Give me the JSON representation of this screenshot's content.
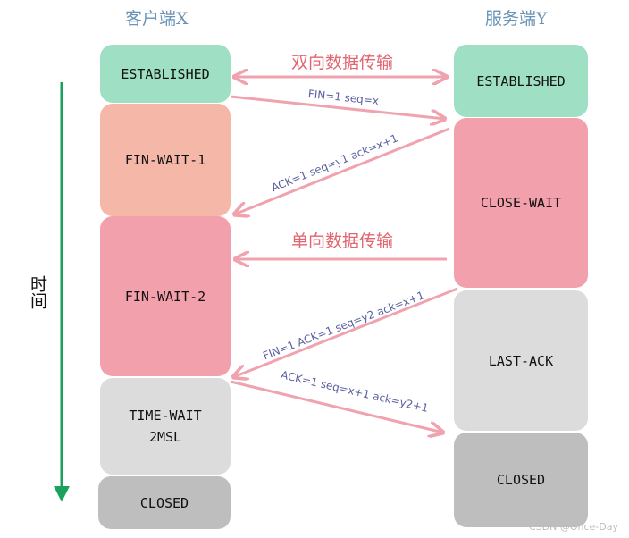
{
  "client": {
    "title": "客户端X",
    "states": [
      "ESTABLISHED",
      "FIN-WAIT-1",
      "FIN-WAIT-2",
      "TIME-WAIT",
      "2MSL",
      "CLOSED"
    ]
  },
  "server": {
    "title": "服务端Y",
    "states": [
      "ESTABLISHED",
      "CLOSE-WAIT",
      "LAST-ACK",
      "CLOSED"
    ]
  },
  "time_axis": {
    "label": "时间"
  },
  "messages": {
    "bidirectional": "双向数据传输",
    "fin1": "FIN=1  seq=x",
    "ack1": "ACK=1  seq=y1  ack=x+1",
    "unidirectional": "单向数据传输",
    "fin2": "FIN=1  ACK=1  seq=y2  ack=x+1",
    "ack2": "ACK=1  seq=x+1  ack=y2+1"
  },
  "watermark": "CSDN @Once-Day",
  "colors": {
    "established": "#9fe0c4",
    "fin_wait_1": "#f5b8a8",
    "pink": "#f2a0ab",
    "light_gray": "#dcdcdc",
    "dark_gray": "#bebebe",
    "arrow": "#f0a3ae",
    "time_arrow": "#1aa15a",
    "header": "#6a93b5",
    "msg_text": "#5a5fa0",
    "data_text": "#e0666f"
  }
}
